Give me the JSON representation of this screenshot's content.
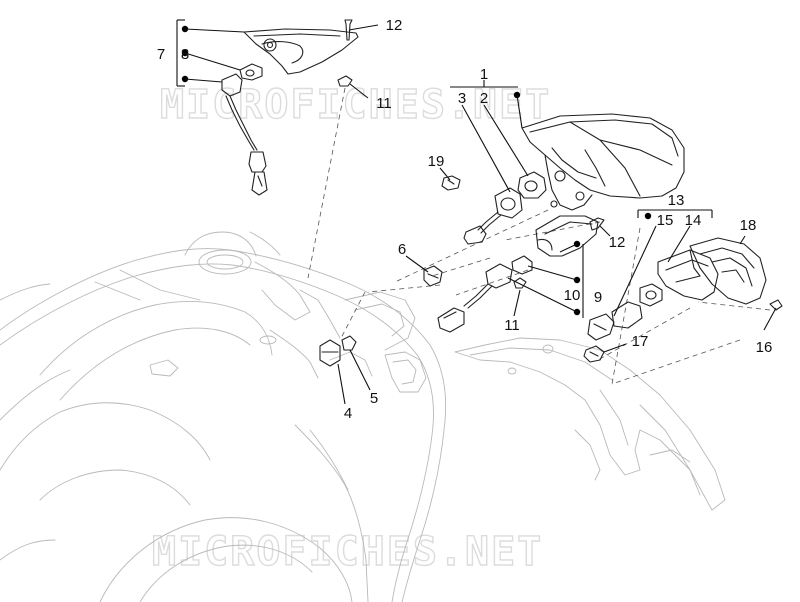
{
  "watermark": {
    "text": "MICROFICHES.NET"
  },
  "callouts": {
    "c1": "1",
    "c2": "2",
    "c3": "3",
    "c4": "4",
    "c5": "5",
    "c6": "6",
    "c7": "7",
    "c8": "8",
    "c9": "9",
    "c10": "10",
    "c11a": "11",
    "c11b": "11",
    "c12a": "12",
    "c12b": "12",
    "c13": "13",
    "c14": "14",
    "c15": "15",
    "c16": "16",
    "c17": "17",
    "c18": "18",
    "c19": "19"
  }
}
